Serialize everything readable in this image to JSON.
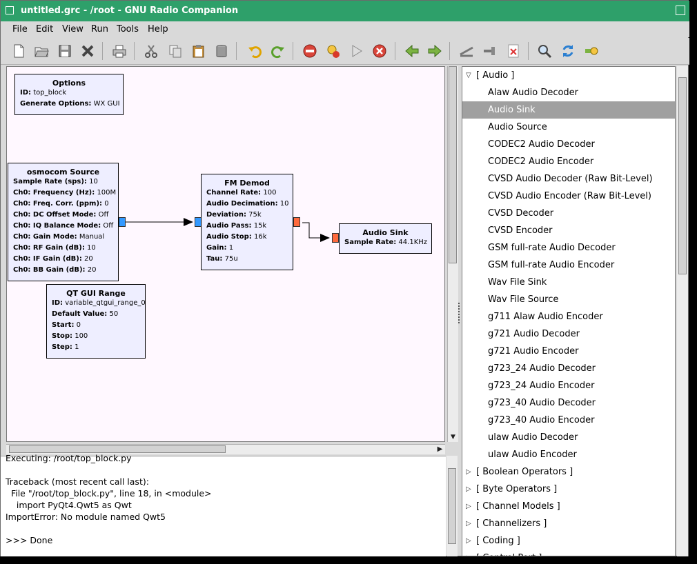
{
  "window": {
    "title": "untitled.grc - /root - GNU Radio Companion"
  },
  "menu": [
    "File",
    "Edit",
    "View",
    "Run",
    "Tools",
    "Help"
  ],
  "toolbar_icons": [
    "new-icon",
    "open-icon",
    "save-icon",
    "close-icon",
    "print-icon",
    "cut-icon",
    "copy-icon",
    "paste-icon",
    "delete-icon",
    "undo-icon",
    "redo-icon",
    "stop-flowgraph-icon",
    "generate-icon",
    "execute-icon",
    "kill-icon",
    "rotate-left-icon",
    "rotate-right-icon",
    "disable-icon",
    "enable-icon",
    "bypass-icon",
    "find-icon",
    "reload-icon",
    "block-props-icon"
  ],
  "blocks": {
    "options": {
      "title": "Options",
      "params": [
        {
          "k": "ID:",
          "v": "top_block"
        },
        {
          "k": "Generate Options:",
          "v": "WX GUI"
        }
      ]
    },
    "osmocom": {
      "title": "osmocom Source",
      "params": [
        {
          "k": "Sample Rate (sps):",
          "v": "10"
        },
        {
          "k": "Ch0: Frequency (Hz):",
          "v": "100M"
        },
        {
          "k": "Ch0: Freq. Corr. (ppm):",
          "v": "0"
        },
        {
          "k": "Ch0: DC Offset Mode:",
          "v": "Off"
        },
        {
          "k": "Ch0: IQ Balance Mode:",
          "v": "Off"
        },
        {
          "k": "Ch0: Gain Mode:",
          "v": "Manual"
        },
        {
          "k": "Ch0: RF Gain (dB):",
          "v": "10"
        },
        {
          "k": "Ch0: IF Gain (dB):",
          "v": "20"
        },
        {
          "k": "Ch0: BB Gain (dB):",
          "v": "20"
        }
      ]
    },
    "fmdemod": {
      "title": "FM Demod",
      "params": [
        {
          "k": "Channel Rate:",
          "v": "100"
        },
        {
          "k": "Audio Decimation:",
          "v": "10"
        },
        {
          "k": "Deviation:",
          "v": "75k"
        },
        {
          "k": "Audio Pass:",
          "v": "15k"
        },
        {
          "k": "Audio Stop:",
          "v": "16k"
        },
        {
          "k": "Gain:",
          "v": "1"
        },
        {
          "k": "Tau:",
          "v": "75u"
        }
      ]
    },
    "audiosink": {
      "title": "Audio Sink",
      "params": [
        {
          "k": "Sample Rate:",
          "v": "44.1KHz"
        }
      ]
    },
    "qtrange": {
      "title": "QT GUI Range",
      "params": [
        {
          "k": "ID:",
          "v": "variable_qtgui_range_0"
        },
        {
          "k": "Default Value:",
          "v": "50"
        },
        {
          "k": "Start:",
          "v": "0"
        },
        {
          "k": "Stop:",
          "v": "100"
        },
        {
          "k": "Step:",
          "v": "1"
        }
      ]
    }
  },
  "console": {
    "lines": [
      "Executing: /root/top_block.py",
      "",
      "Traceback (most recent call last):",
      "  File \"/root/top_block.py\", line 18, in <module>",
      "    import PyQt4.Qwt5 as Qwt",
      "ImportError: No module named Qwt5",
      "",
      ">>> Done"
    ]
  },
  "tree": {
    "rows": [
      {
        "label": "[ Audio ]",
        "cat": true,
        "open": true
      },
      {
        "label": "Alaw Audio Decoder"
      },
      {
        "label": "Audio Sink",
        "selected": true
      },
      {
        "label": "Audio Source"
      },
      {
        "label": "CODEC2 Audio Decoder"
      },
      {
        "label": "CODEC2 Audio Encoder"
      },
      {
        "label": "CVSD Audio Decoder (Raw Bit-Level)"
      },
      {
        "label": "CVSD Audio Encoder (Raw Bit-Level)"
      },
      {
        "label": "CVSD Decoder"
      },
      {
        "label": "CVSD Encoder"
      },
      {
        "label": "GSM full-rate Audio Decoder"
      },
      {
        "label": "GSM full-rate Audio Encoder"
      },
      {
        "label": "Wav File Sink"
      },
      {
        "label": "Wav File Source"
      },
      {
        "label": "g711 Alaw Audio Encoder"
      },
      {
        "label": "g721 Audio Decoder"
      },
      {
        "label": "g721 Audio Encoder"
      },
      {
        "label": "g723_24 Audio Decoder"
      },
      {
        "label": "g723_24 Audio Encoder"
      },
      {
        "label": "g723_40 Audio Decoder"
      },
      {
        "label": "g723_40 Audio Encoder"
      },
      {
        "label": "ulaw Audio Decoder"
      },
      {
        "label": "ulaw Audio Encoder"
      },
      {
        "label": "[ Boolean Operators ]",
        "cat": true
      },
      {
        "label": "[ Byte Operators ]",
        "cat": true
      },
      {
        "label": "[ Channel Models ]",
        "cat": true
      },
      {
        "label": "[ Channelizers ]",
        "cat": true
      },
      {
        "label": "[ Coding ]",
        "cat": true
      },
      {
        "label": "[ Control Port ]",
        "cat": true
      }
    ]
  }
}
